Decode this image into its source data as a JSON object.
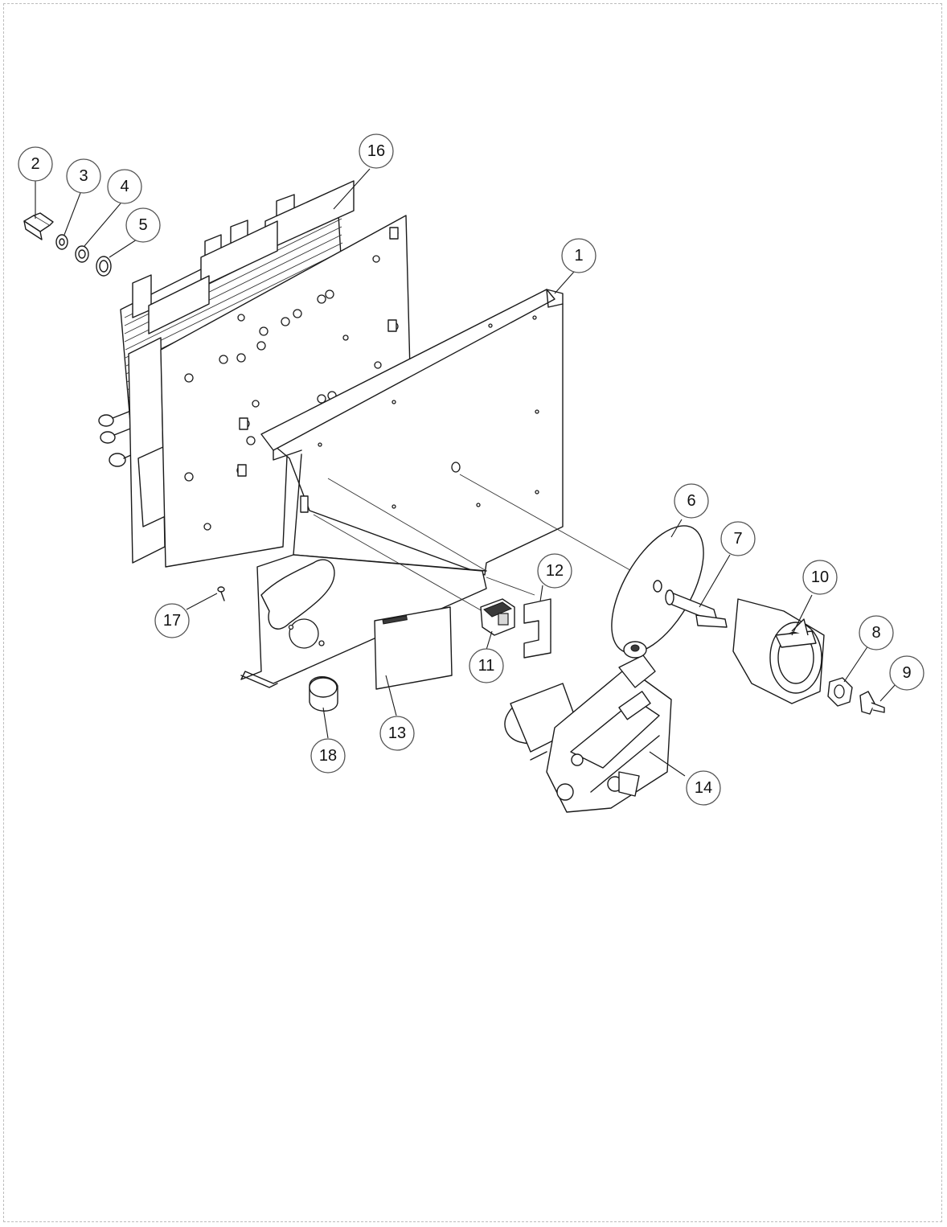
{
  "diagram": {
    "callouts": [
      {
        "id": "1",
        "label": "1"
      },
      {
        "id": "2",
        "label": "2"
      },
      {
        "id": "3",
        "label": "3"
      },
      {
        "id": "4",
        "label": "4"
      },
      {
        "id": "5",
        "label": "5"
      },
      {
        "id": "6",
        "label": "6"
      },
      {
        "id": "7",
        "label": "7"
      },
      {
        "id": "8",
        "label": "8"
      },
      {
        "id": "9",
        "label": "9"
      },
      {
        "id": "10",
        "label": "10"
      },
      {
        "id": "11",
        "label": "11"
      },
      {
        "id": "12",
        "label": "12"
      },
      {
        "id": "13",
        "label": "13"
      },
      {
        "id": "14",
        "label": "14"
      },
      {
        "id": "16",
        "label": "16"
      },
      {
        "id": "17",
        "label": "17"
      },
      {
        "id": "18",
        "label": "18"
      }
    ]
  },
  "colors": {
    "line": "#1a1a1a",
    "frame_border": "#bdbdbd",
    "background": "#ffffff"
  }
}
